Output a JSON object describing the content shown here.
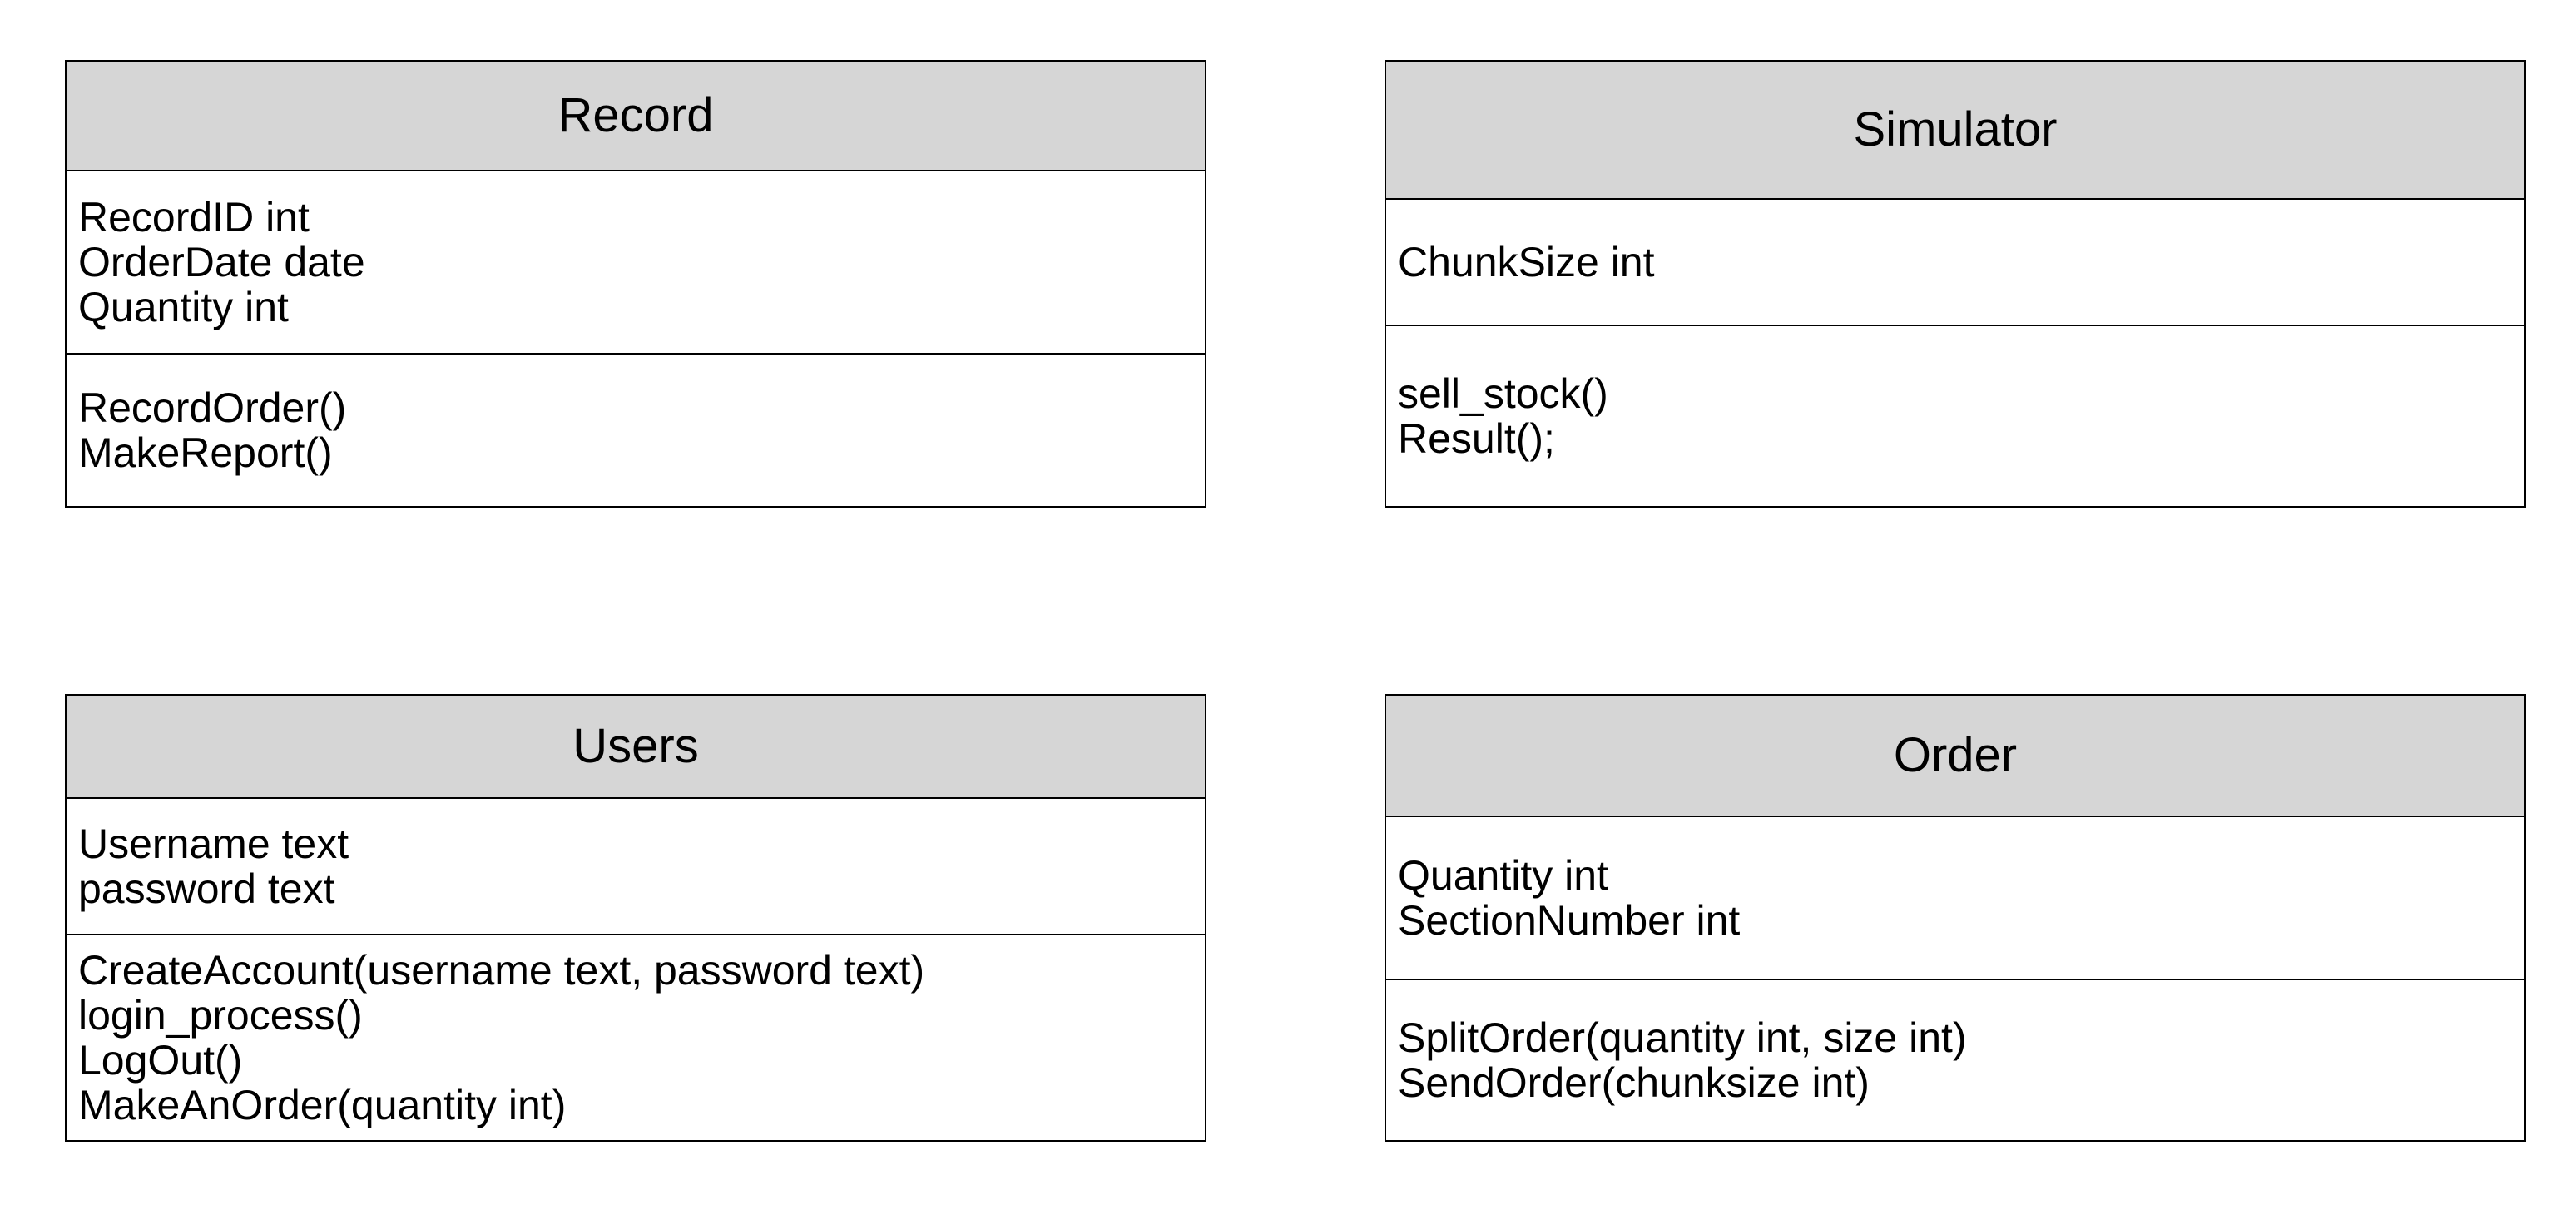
{
  "classes": {
    "record": {
      "name": "Record",
      "attributes": [
        "RecordID int",
        "OrderDate date",
        "Quantity int"
      ],
      "methods": [
        "RecordOrder()",
        "MakeReport()"
      ]
    },
    "simulator": {
      "name": "Simulator",
      "attributes": [
        "ChunkSize int"
      ],
      "methods": [
        "sell_stock()",
        "Result();"
      ]
    },
    "users": {
      "name": "Users",
      "attributes": [
        "Username text",
        "password text"
      ],
      "methods": [
        "CreateAccount(username text, password text)",
        "login_process()",
        "LogOut()",
        "MakeAnOrder(quantity int)"
      ]
    },
    "order": {
      "name": "Order",
      "attributes": [
        "Quantity int",
        "SectionNumber int"
      ],
      "methods": [
        "SplitOrder(quantity int, size int)",
        "SendOrder(chunksize int)"
      ]
    }
  },
  "colors": {
    "header_fill": "#d6d6d6",
    "border": "#000000",
    "background": "#ffffff"
  }
}
